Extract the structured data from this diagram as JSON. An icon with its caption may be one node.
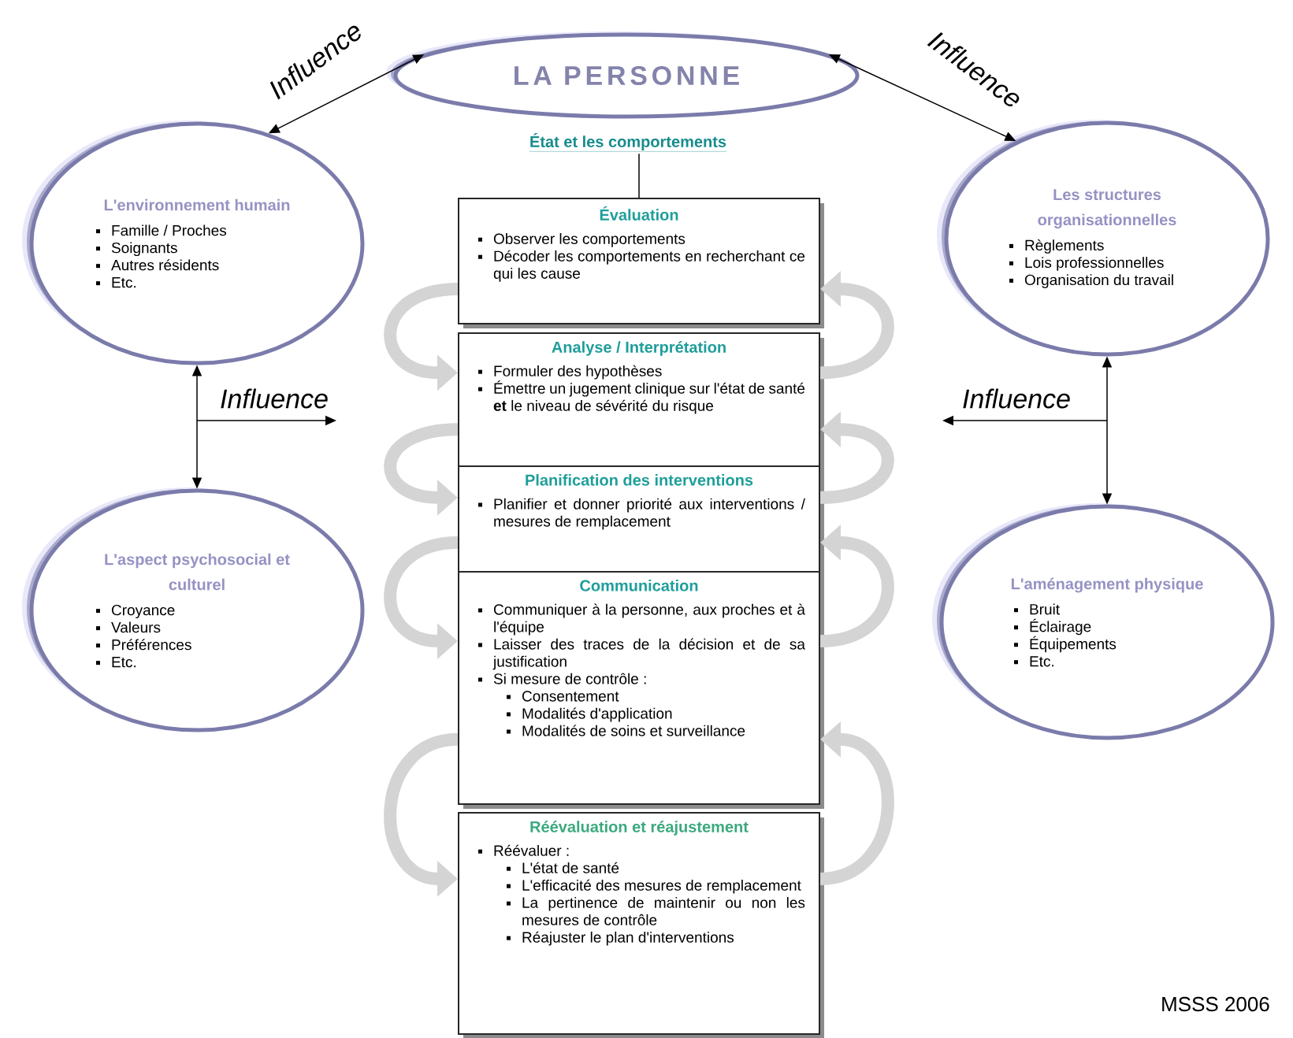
{
  "diagram": {
    "nodes": [
      {
        "text": [
          "LA PERSONNE"
        ]
      },
      {
        "text": [
          "État et les comportements"
        ]
      },
      {
        "text": [
          "Évaluation",
          "Observer les comportements",
          "Décoder les comportements en recherchant ce qui les cause"
        ]
      },
      {
        "text": [
          "Analyse / Interprétation",
          "Formuler des hypothèses",
          "Émettre un jugement clinique sur l'état de santé **et** le niveau de sévérité du risque"
        ]
      },
      {
        "text": [
          "Planification des interventions",
          "Planifier et donner priorité aux interventions / mesures de remplacement"
        ]
      },
      {
        "text": [
          "Communication",
          "Communiquer à la personne, aux proches et à l'équipe",
          "Laisser des traces de la décision et de sa justification",
          "Si mesure de contrôle :",
          "Consentement",
          "Modalités d'application",
          "Modalités de soins et surveillance"
        ]
      },
      {
        "text": [
          "Réévaluation et réajustement",
          "Réévaluer :",
          "L'état de santé",
          "L'efficacité des mesures de remplacement",
          "La pertinence de maintenir ou non les mesures de contrôle",
          "Réajuster le plan d'interventions"
        ]
      },
      {
        "text": [
          "L'environnement humain",
          "Famille / Proches",
          "Soignants",
          "Autres résidents",
          "Etc."
        ]
      },
      {
        "text": [
          "Les structures organisationnelles",
          "Règlements",
          "Lois professionnelles",
          "Organisation du travail"
        ]
      },
      {
        "text": [
          "L'aspect psychosocial et culturel",
          "Croyance",
          "Valeurs",
          "Préférences",
          "Etc."
        ]
      },
      {
        "text": [
          "L'aménagement physique",
          "Bruit",
          "Éclairage",
          "Équipements",
          "Etc."
        ]
      }
    ],
    "edges": [
      {
        "from": 7,
        "to": 0,
        "arrow": "both",
        "label": "Influence",
        "color": "#000000"
      },
      {
        "from": 0,
        "to": 8,
        "arrow": "both",
        "label": "Influence",
        "color": "#000000"
      },
      {
        "from": 7,
        "to": 9,
        "arrow": "both",
        "label": "Influence",
        "color": "#000000"
      },
      {
        "from": 8,
        "to": 10,
        "arrow": "both",
        "label": "Influence",
        "color": "#000000"
      },
      {
        "from": 1,
        "to": 2,
        "arrow": "none",
        "color": "#000000"
      },
      {
        "from": 2,
        "to": 3,
        "arrow": "to"
      },
      {
        "from": 3,
        "to": 4,
        "arrow": "to"
      },
      {
        "from": 4,
        "to": 5,
        "arrow": "to"
      },
      {
        "from": 5,
        "to": 6,
        "arrow": "to"
      },
      {
        "from": 6,
        "to": 5,
        "arrow": "to"
      },
      {
        "from": 5,
        "to": 4,
        "arrow": "to"
      },
      {
        "from": 4,
        "to": 3,
        "arrow": "to"
      },
      {
        "from": 3,
        "to": 2,
        "arrow": "to"
      }
    ],
    "labels": [
      "MSSS 2006"
    ]
  }
}
